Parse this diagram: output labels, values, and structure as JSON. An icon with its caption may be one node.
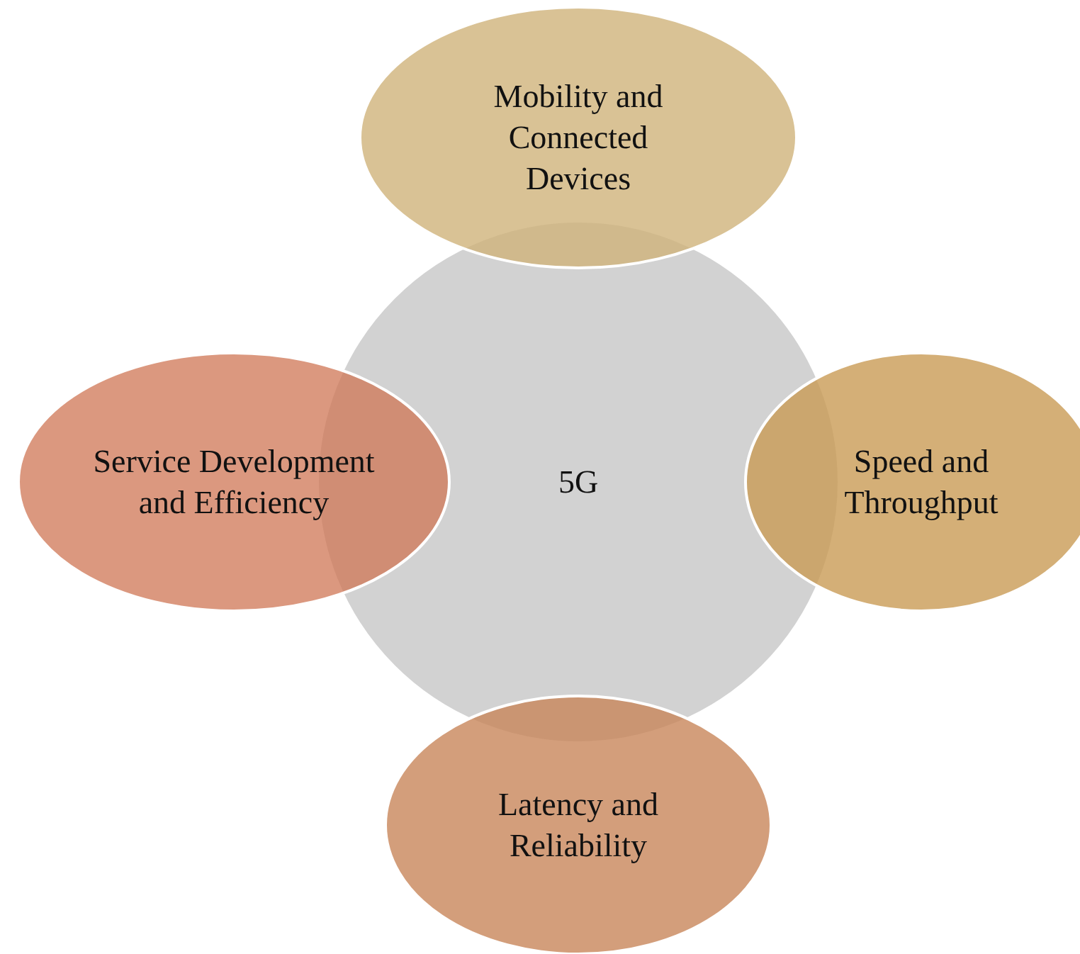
{
  "diagram": {
    "nodes": [
      {
        "text": [
          "5G"
        ]
      },
      {
        "text": [
          "Mobility and Connected Devices"
        ]
      },
      {
        "text": [
          "Speed and Throughput"
        ]
      },
      {
        "text": [
          "Latency and Reliability"
        ]
      },
      {
        "text": [
          "Service Development and Efficiency"
        ]
      }
    ],
    "edges": []
  }
}
